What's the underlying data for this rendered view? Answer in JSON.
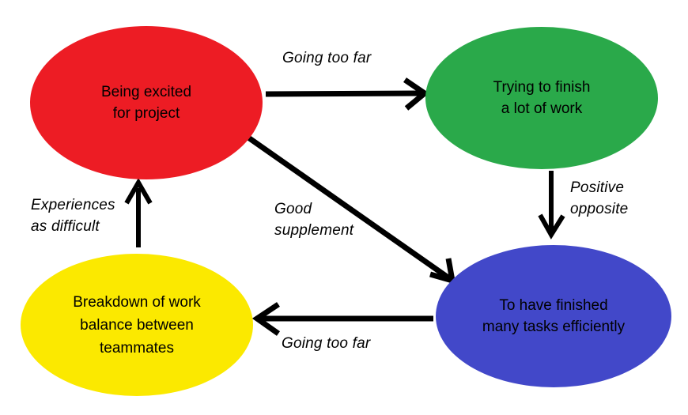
{
  "diagram": {
    "title": "Project workflow cycle diagram",
    "background": "#FFFFFF",
    "nodes": [
      {
        "id": "red",
        "name": "being-excited-for-project",
        "label": "Being excited\nfor project",
        "color": "#ED1C24",
        "shape": "ellipse"
      },
      {
        "id": "green",
        "name": "trying-to-finish-a-lot-of-work",
        "label": "Trying to finish\na lot of work",
        "color": "#2AA94A",
        "shape": "ellipse"
      },
      {
        "id": "yellow",
        "name": "breakdown-of-work-balance",
        "label": "Breakdown of work\nbalance between\nteammates",
        "color": "#FBE900",
        "shape": "ellipse"
      },
      {
        "id": "blue",
        "name": "to-have-finished-many-tasks",
        "label": "To have finished\nmany tasks efficiently",
        "color": "#4248C9",
        "shape": "ellipse"
      }
    ],
    "edges": [
      {
        "id": "red-to-green",
        "from": "red",
        "to": "green",
        "label": "Going too far",
        "direction": "right",
        "color": "#000000"
      },
      {
        "id": "green-to-blue",
        "from": "green",
        "to": "blue",
        "label": "Positive\nopposite",
        "direction": "down",
        "color": "#000000"
      },
      {
        "id": "blue-to-yellow",
        "from": "blue",
        "to": "yellow",
        "label": "Going too far",
        "direction": "left",
        "color": "#000000"
      },
      {
        "id": "yellow-to-red",
        "from": "yellow",
        "to": "red",
        "label": "Experiences\nas difficult",
        "direction": "up",
        "color": "#000000"
      },
      {
        "id": "red-to-blue",
        "from": "red",
        "to": "blue",
        "label": "Good\nsupplement",
        "direction": "diagonal-down-right",
        "color": "#000000"
      }
    ]
  }
}
